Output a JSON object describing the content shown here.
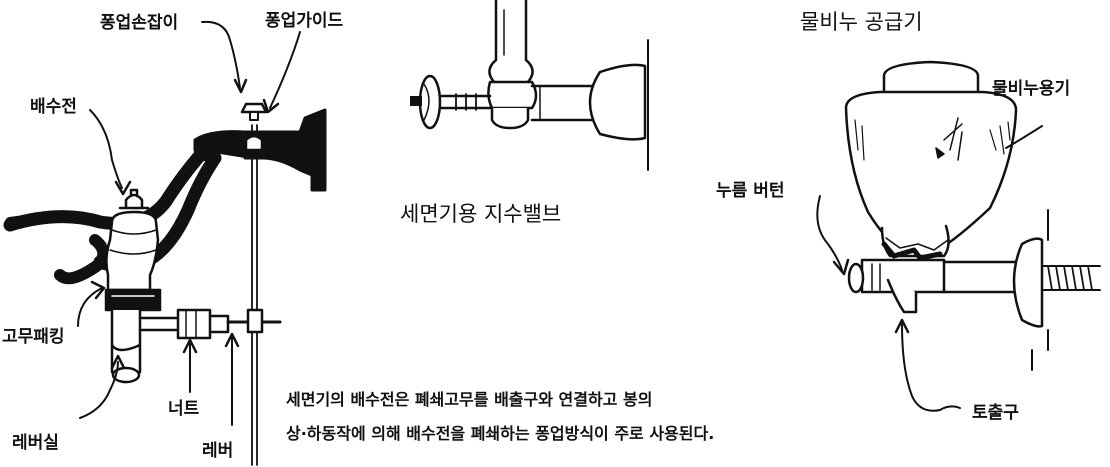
{
  "labels": {
    "popup_handle": "퐁업손잡이",
    "popup_guide": "퐁업가이드",
    "drain_plug": "배수전",
    "rubber_packing": "고무패킹",
    "nut": "너트",
    "lever_seal": "레버실",
    "lever": "레버",
    "basin_stop_valve": "세면기용 지수밸브",
    "soap_dispenser": "물비누 공급기",
    "soap_container": "물비누용기",
    "push_button": "누름 버턴",
    "spout": "토출구"
  },
  "caption": {
    "line1": "세면기의 배수전은 폐쇄고무를 배출구와 연결하고 봉의",
    "line2": "상·하동작에 의해 배수전을 폐쇄하는 퐁업방식이 주로 사용된다."
  },
  "colors": {
    "ink": "#111111",
    "paper": "#ffffff"
  }
}
